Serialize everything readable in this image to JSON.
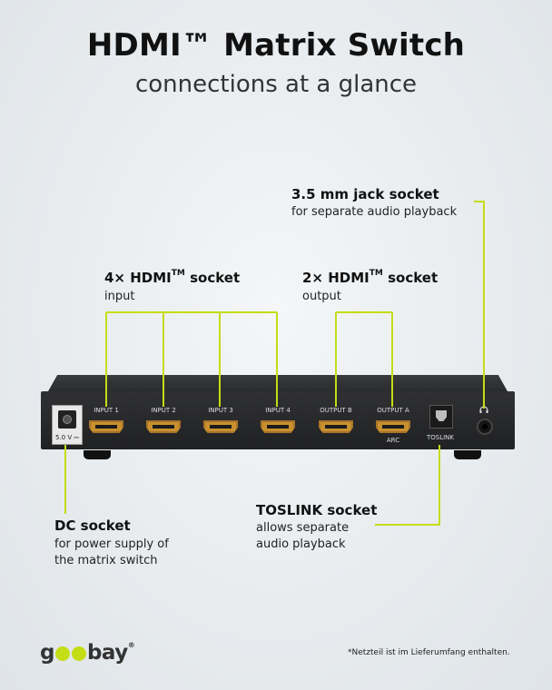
{
  "header": {
    "title": "HDMI™ Matrix Switch",
    "subtitle": "connections at a glance"
  },
  "callouts": {
    "jack": {
      "title": "3.5 mm jack socket",
      "sub": "for separate audio playback"
    },
    "inputs": {
      "title_main": "4× HDMI",
      "title_sup": "TM",
      "title_tail": " socket",
      "sub": "input"
    },
    "outputs": {
      "title_main": "2× HDMI",
      "title_sup": "TM",
      "title_tail": " socket",
      "sub": "output"
    },
    "dc": {
      "title": "DC socket",
      "sub_line1": "for power supply of",
      "sub_line2": "the matrix switch"
    },
    "toslink": {
      "title": "TOSLINK socket",
      "sub_line1": "allows separate",
      "sub_line2": "audio playback"
    }
  },
  "device": {
    "dc_label": "5.0 V ⎓",
    "ports": [
      {
        "label": "INPUT 1"
      },
      {
        "label": "INPUT 2"
      },
      {
        "label": "INPUT 3"
      },
      {
        "label": "INPUT 4"
      },
      {
        "label": "OUTPUT B"
      },
      {
        "label": "OUTPUT A"
      }
    ],
    "arc_label": "ARC",
    "toslink_label": "TOSLINK"
  },
  "brand": {
    "logo_left": "g",
    "logo_right": "bay",
    "reg": "®"
  },
  "footnote": "*Netzteil ist im Lieferumfang enthalten.",
  "colors": {
    "accent_line": "#c5dd16",
    "device_body": "#2b2c2e",
    "hdmi_port": "#c8902e"
  }
}
